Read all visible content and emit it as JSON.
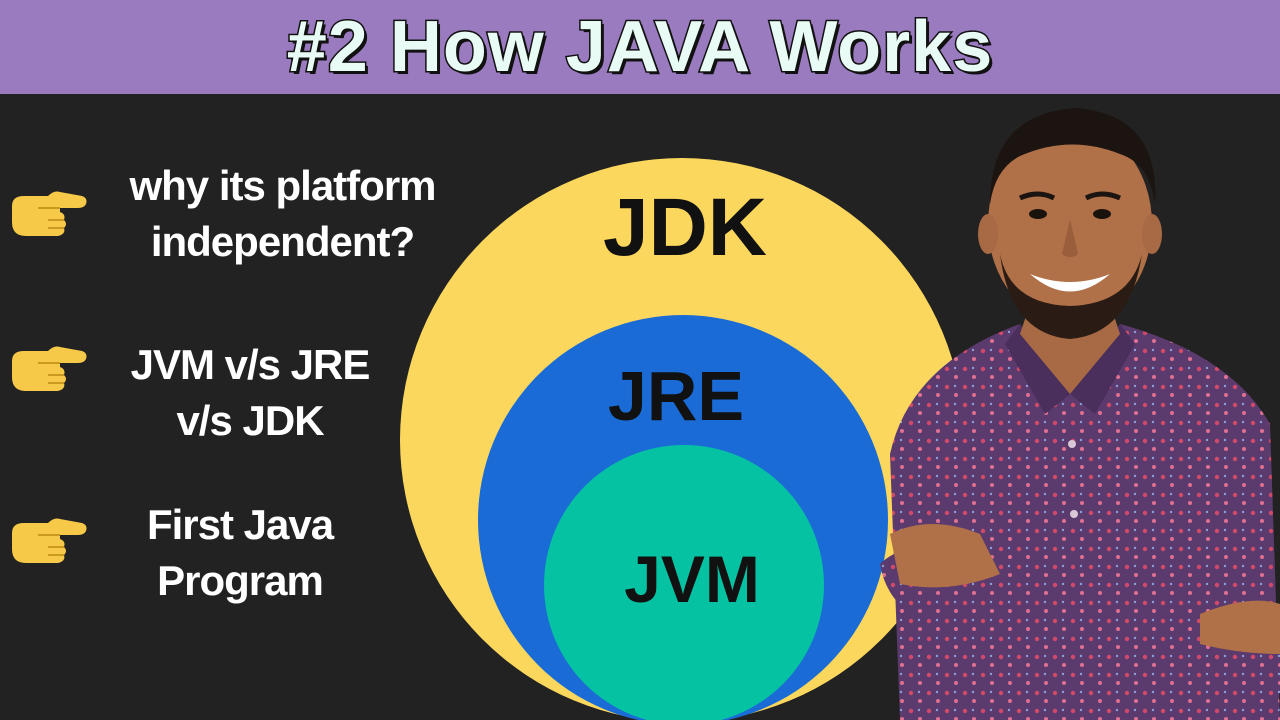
{
  "header": {
    "title": "#2 How JAVA Works"
  },
  "bullets": [
    {
      "line1": "why its platform",
      "line2": "independent?",
      "icon": "pointing-hand-icon"
    },
    {
      "line1": "JVM v/s JRE",
      "line2": "v/s JDK",
      "icon": "pointing-hand-icon"
    },
    {
      "line1": "First Java",
      "line2": "Program",
      "icon": "pointing-hand-icon"
    }
  ],
  "diagram": {
    "outer_label": "JDK",
    "middle_label": "JRE",
    "inner_label": "JVM",
    "outer_color": "#fcd75e",
    "middle_color": "#1a6bd6",
    "inner_color": "#05c2a2"
  },
  "colors": {
    "background": "#222222",
    "title_bar": "#9b7bbf",
    "title_text": "#e9fbf5",
    "hand": "#f7c948"
  }
}
